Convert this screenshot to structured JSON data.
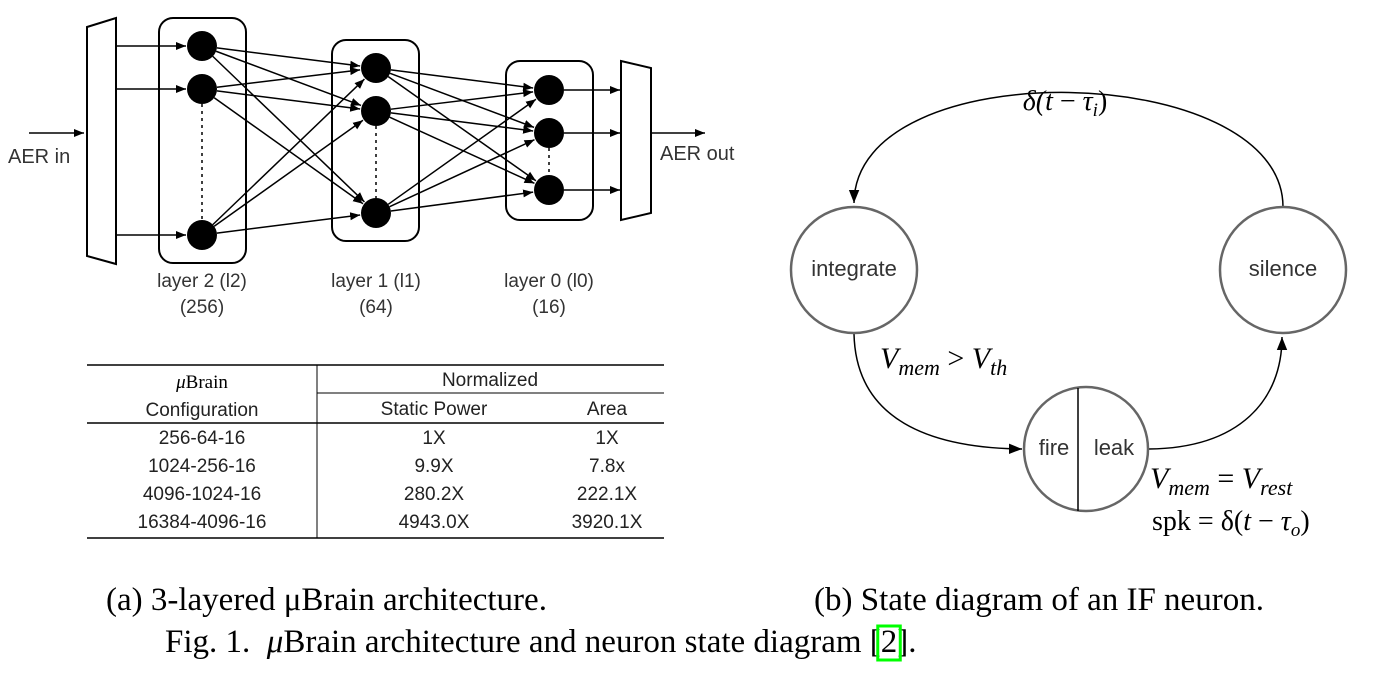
{
  "figure": {
    "subfigure_a": {
      "input_label": "AER in",
      "output_label": "AER out",
      "layers": [
        {
          "id": "l2",
          "name": "layer 2 (l2)",
          "count": "(256)"
        },
        {
          "id": "l1",
          "name": "layer 1 (l1)",
          "count": "(64)"
        },
        {
          "id": "l0",
          "name": "layer 0 (l0)",
          "count": "(16)"
        }
      ],
      "table": {
        "header_col1_line1_mu": "μ",
        "header_col1_line1_rest": "Brain",
        "header_col1_line2": "Configuration",
        "header_group": "Normalized",
        "header_sub": [
          "Static Power",
          "Area"
        ],
        "rows": [
          [
            "256-64-16",
            "1X",
            "1X"
          ],
          [
            "1024-256-16",
            "9.9X",
            "7.8x"
          ],
          [
            "4096-1024-16",
            "280.2X",
            "222.1X"
          ],
          [
            "16384-4096-16",
            "4943.0X",
            "3920.1X"
          ]
        ]
      },
      "caption": "(a) 3-layered μBrain architecture."
    },
    "subfigure_b": {
      "states": {
        "integrate": "integrate",
        "silence": "silence",
        "fire": "fire",
        "leak": "leak"
      },
      "transitions": {
        "silence_to_integrate": {
          "f": "δ(",
          "t": "t",
          "minus": " − ",
          "tau": "τ",
          "sub": "i",
          "close": ")"
        },
        "integrate_to_fire": {
          "v": "V",
          "vsub": "mem",
          "op": " > ",
          "v2": "V",
          "v2sub": "th"
        },
        "leak_to_silence_line1": {
          "v": "V",
          "vsub": "mem",
          "op": " = ",
          "v2": "V",
          "v2sub": "rest"
        },
        "leak_to_silence_line2": {
          "lhs": "spk = δ(",
          "t": "t",
          "minus": " − ",
          "tau": "τ",
          "sub": "o",
          "close": ")"
        }
      },
      "caption": "(b) State diagram of an IF neuron."
    },
    "main_caption": {
      "prefix": "Fig. 1.  ",
      "mu": "μ",
      "body": "Brain architecture and neuron state diagram [",
      "citation": "2",
      "suffix": "]."
    },
    "colors": {
      "citation_box": "#00ff00",
      "state_stroke": "#666666",
      "ink": "#000000"
    }
  }
}
